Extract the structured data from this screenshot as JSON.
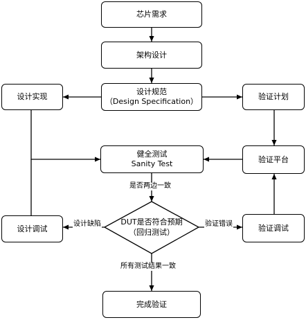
{
  "nodes": {
    "chip_req": "芯片需求",
    "arch_design": "架构设计",
    "design_spec": {
      "line1": "设计规范",
      "line2": "（Design Specification）"
    },
    "design_impl": "设计实现",
    "verify_plan": "验证计划",
    "sanity": {
      "line1": "健全测试",
      "line2": "Sanity Test"
    },
    "verify_platform": "验证平台",
    "design_debug": "设计调试",
    "decision": {
      "line1": "DUT是否符合预期",
      "line2": "（回归测试）"
    },
    "verify_debug": "验证调试",
    "verify_done": "完成验证"
  },
  "edges": {
    "consistent": "是否两边一致",
    "design_defect": "设计缺陷",
    "verify_error": "验证错误",
    "all_consistent": "所有测试结果一致"
  }
}
